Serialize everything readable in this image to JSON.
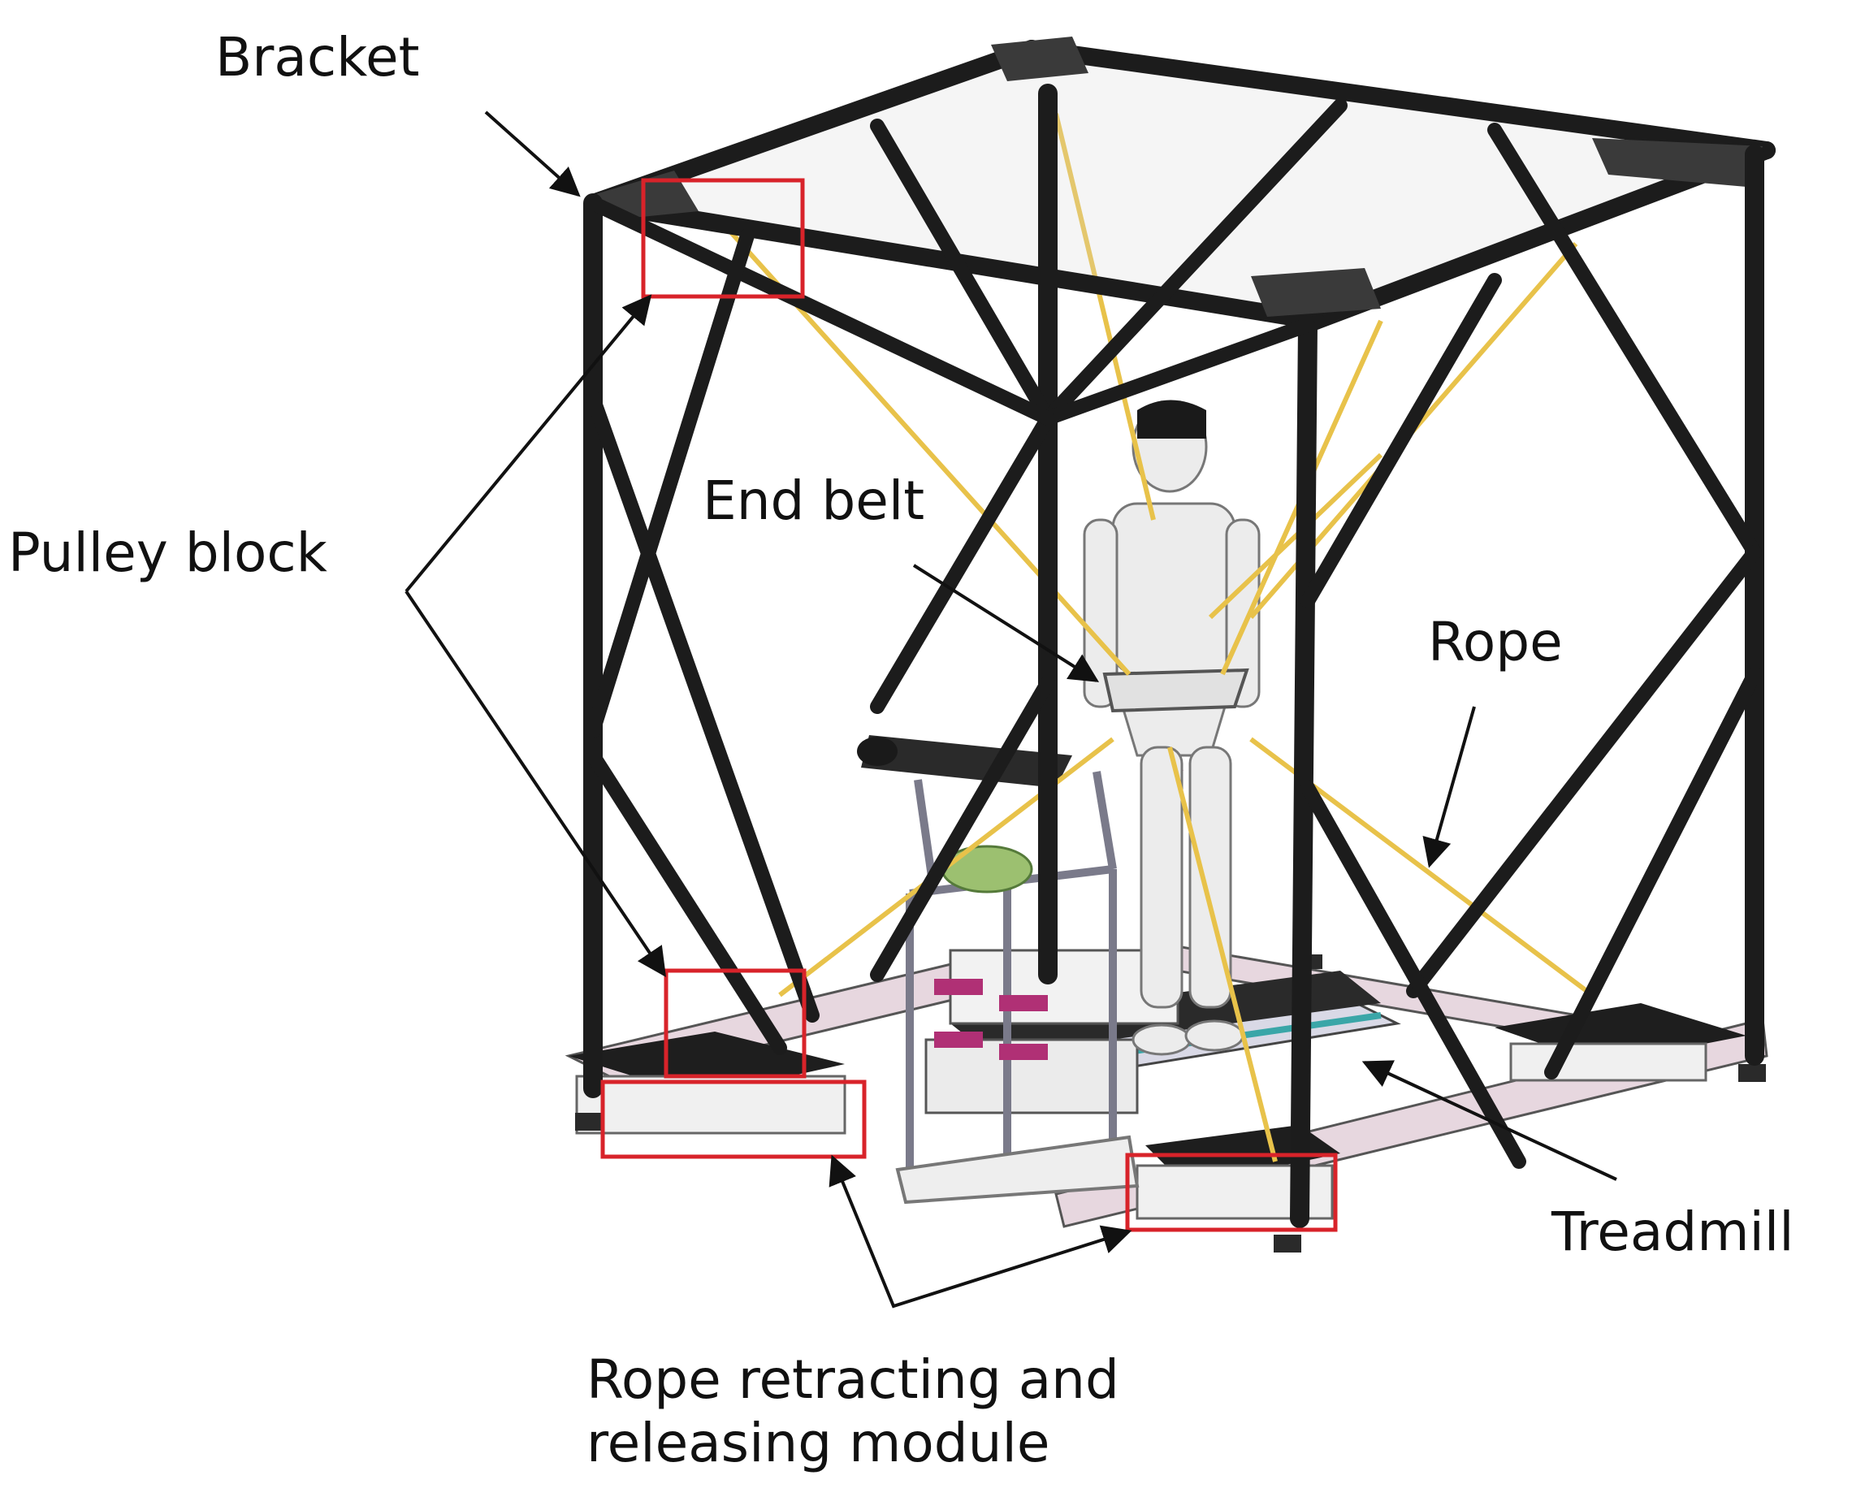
{
  "labels": {
    "bracket": "Bracket",
    "pulley_block": "Pulley block",
    "end_belt": "End belt",
    "rope": "Rope",
    "treadmill": "Treadmill",
    "module_line1": "Rope retracting and",
    "module_line2": "releasing module"
  },
  "colors": {
    "frame": "#1c1c1c",
    "panel": "#3a3a3a",
    "rope": "#e8c24a",
    "highlight_box": "#d8232a",
    "treadmill_belt": "#2a2a2a",
    "treadmill_accent": "#3aa6a8",
    "rail": "#e7d7df",
    "human": "#ececec",
    "handle_magenta": "#b03075",
    "green_part": "#9cc070"
  }
}
